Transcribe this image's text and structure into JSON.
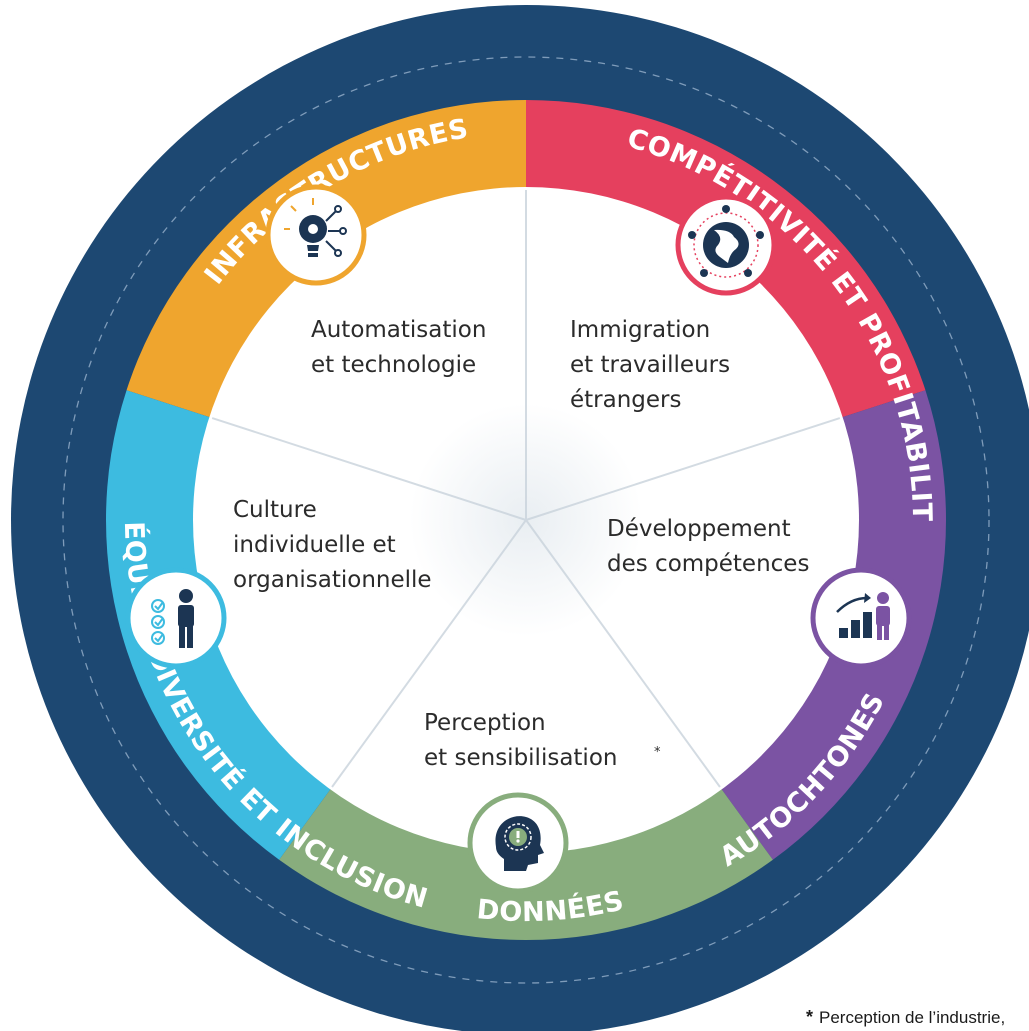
{
  "colors": {
    "ring": "#1d4872",
    "automatisation": "#efa52e",
    "immigration": "#e5405e",
    "developpement": "#7b53a3",
    "perception": "#88ad7d",
    "culture": "#3dbbe0",
    "icon_dark": "#1c3553"
  },
  "outer_labels": {
    "infrastructures": "INFRASTRUCTURES",
    "competitivite": "COMPÉTITIVITÉ ET PROFITABILITÉ",
    "autochtones": "AUTOCHTONES",
    "donnees": "DONNÉES",
    "equite": "ÉQUITÉ, DIVERSITÉ ET INCLUSION"
  },
  "segments": {
    "automatisation": {
      "label": "Automatisation\net technologie",
      "icon": "lightbulb-gear-icon"
    },
    "immigration": {
      "label": "Immigration\net travailleurs\nétrangers",
      "icon": "globe-network-icon"
    },
    "developpement": {
      "label": "Développement\ndes compétences",
      "icon": "growth-chart-person-icon"
    },
    "perception": {
      "label": "Perception\net sensibilisation",
      "marker": "*",
      "icon": "head-alert-icon"
    },
    "culture": {
      "label": "Culture\nindividuelle et\norganisationnelle",
      "icon": "checklist-person-icon"
    }
  },
  "footnote": {
    "marker": "*",
    "text": "Perception de l’industrie, des carrieres et sensibilisation"
  }
}
